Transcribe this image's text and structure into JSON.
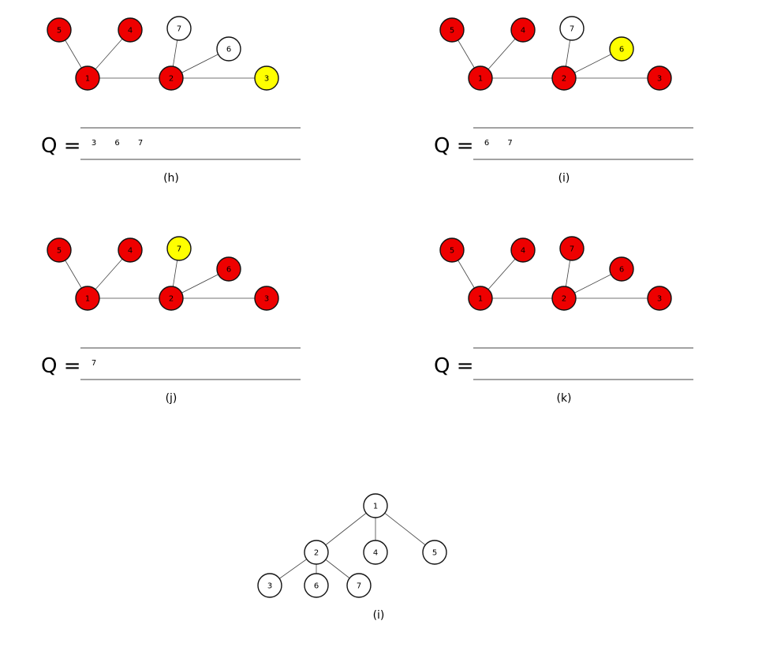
{
  "colors": {
    "visited": "#ee0000",
    "current": "#ffff00",
    "unvisited": "#ffffff"
  },
  "graph": {
    "nodes": [
      "1",
      "2",
      "3",
      "4",
      "5",
      "6",
      "7"
    ],
    "edges": [
      [
        "1",
        "5"
      ],
      [
        "1",
        "4"
      ],
      [
        "1",
        "2"
      ],
      [
        "2",
        "7"
      ],
      [
        "2",
        "6"
      ],
      [
        "2",
        "3"
      ]
    ]
  },
  "panels": [
    {
      "caption": "(h)",
      "queue_label": "Q =",
      "queue": [
        "3",
        "6",
        "7"
      ],
      "states": {
        "1": "visited",
        "2": "visited",
        "3": "current",
        "4": "visited",
        "5": "visited",
        "6": "unvisited",
        "7": "unvisited"
      }
    },
    {
      "caption": "(i)",
      "queue_label": "Q =",
      "queue": [
        "6",
        "7"
      ],
      "states": {
        "1": "visited",
        "2": "visited",
        "3": "visited",
        "4": "visited",
        "5": "visited",
        "6": "current",
        "7": "unvisited"
      }
    },
    {
      "caption": "(j)",
      "queue_label": "Q =",
      "queue": [
        "7"
      ],
      "states": {
        "1": "visited",
        "2": "visited",
        "3": "visited",
        "4": "visited",
        "5": "visited",
        "6": "visited",
        "7": "current"
      }
    },
    {
      "caption": "(k)",
      "queue_label": "Q =",
      "queue": [],
      "states": {
        "1": "visited",
        "2": "visited",
        "3": "visited",
        "4": "visited",
        "5": "visited",
        "6": "visited",
        "7": "visited"
      }
    }
  ],
  "tree": {
    "caption": "(i)",
    "nodes": [
      "1",
      "2",
      "4",
      "5",
      "3",
      "6",
      "7"
    ],
    "edges": [
      [
        "1",
        "2"
      ],
      [
        "1",
        "4"
      ],
      [
        "1",
        "5"
      ],
      [
        "2",
        "3"
      ],
      [
        "2",
        "6"
      ],
      [
        "2",
        "7"
      ]
    ]
  }
}
